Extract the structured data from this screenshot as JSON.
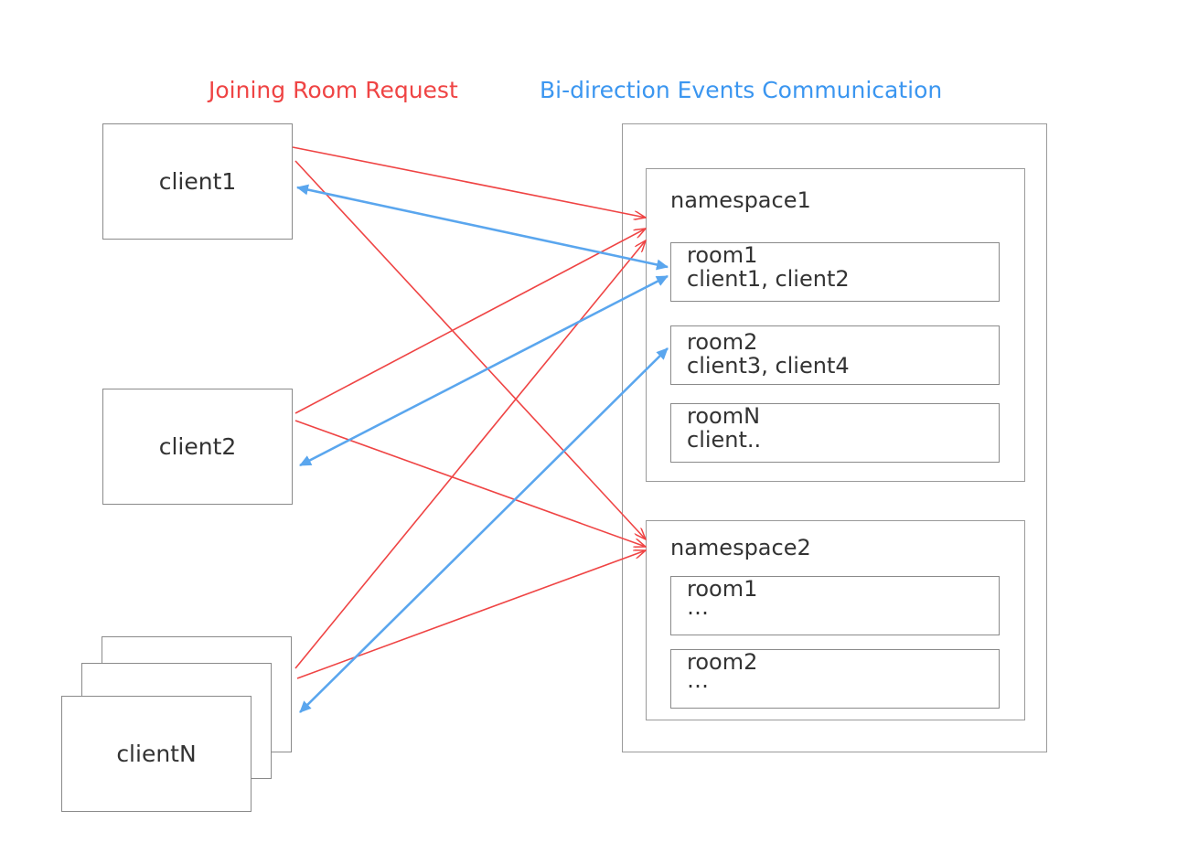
{
  "legend": {
    "joining": "Joining Room Request",
    "bidirection": "Bi-direction Events Communication"
  },
  "clients": {
    "client1": "client1",
    "client2": "client2",
    "clientN": "clientN"
  },
  "namespaces": [
    {
      "label": "namespace1",
      "rooms": [
        {
          "name": "room1",
          "members": "client1, client2"
        },
        {
          "name": "room2",
          "members": "client3, client4"
        },
        {
          "name": "roomN",
          "members": "client.."
        }
      ]
    },
    {
      "label": "namespace2",
      "rooms": [
        {
          "name": "room1",
          "members": "…"
        },
        {
          "name": "room2",
          "members": "…"
        }
      ]
    }
  ],
  "colors": {
    "request": "#ef4444",
    "communication": "#5aa6ee"
  }
}
